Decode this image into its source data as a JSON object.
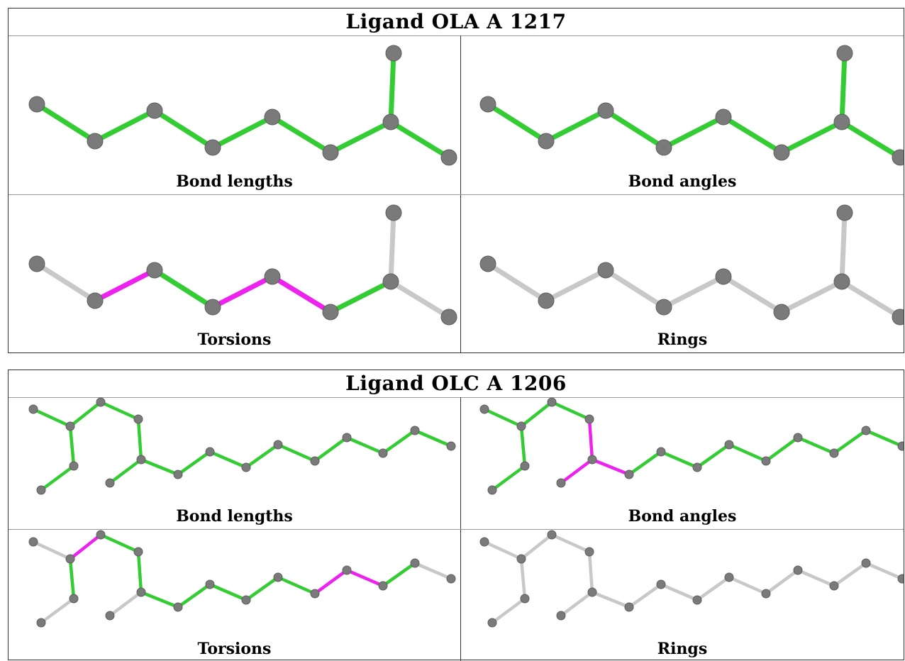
{
  "colors": {
    "ok": "#33cc33",
    "outlier": "#ee22ee",
    "neutral": "#c8c8c8",
    "atom": "#7a7a7a"
  },
  "ligands": [
    {
      "title": "Ligand OLA A 1217",
      "panels": [
        {
          "label": "Bond lengths",
          "mode": "A"
        },
        {
          "label": "Bond angles",
          "mode": "A"
        },
        {
          "label": "Torsions",
          "mode": "B"
        },
        {
          "label": "Rings",
          "mode": "C"
        }
      ]
    },
    {
      "title": "Ligand OLC A 1206",
      "panels": [
        {
          "label": "Bond lengths",
          "mode": "A"
        },
        {
          "label": "Bond angles",
          "mode": "B"
        },
        {
          "label": "Torsions",
          "mode": "D"
        },
        {
          "label": "Rings",
          "mode": "C"
        }
      ]
    }
  ]
}
